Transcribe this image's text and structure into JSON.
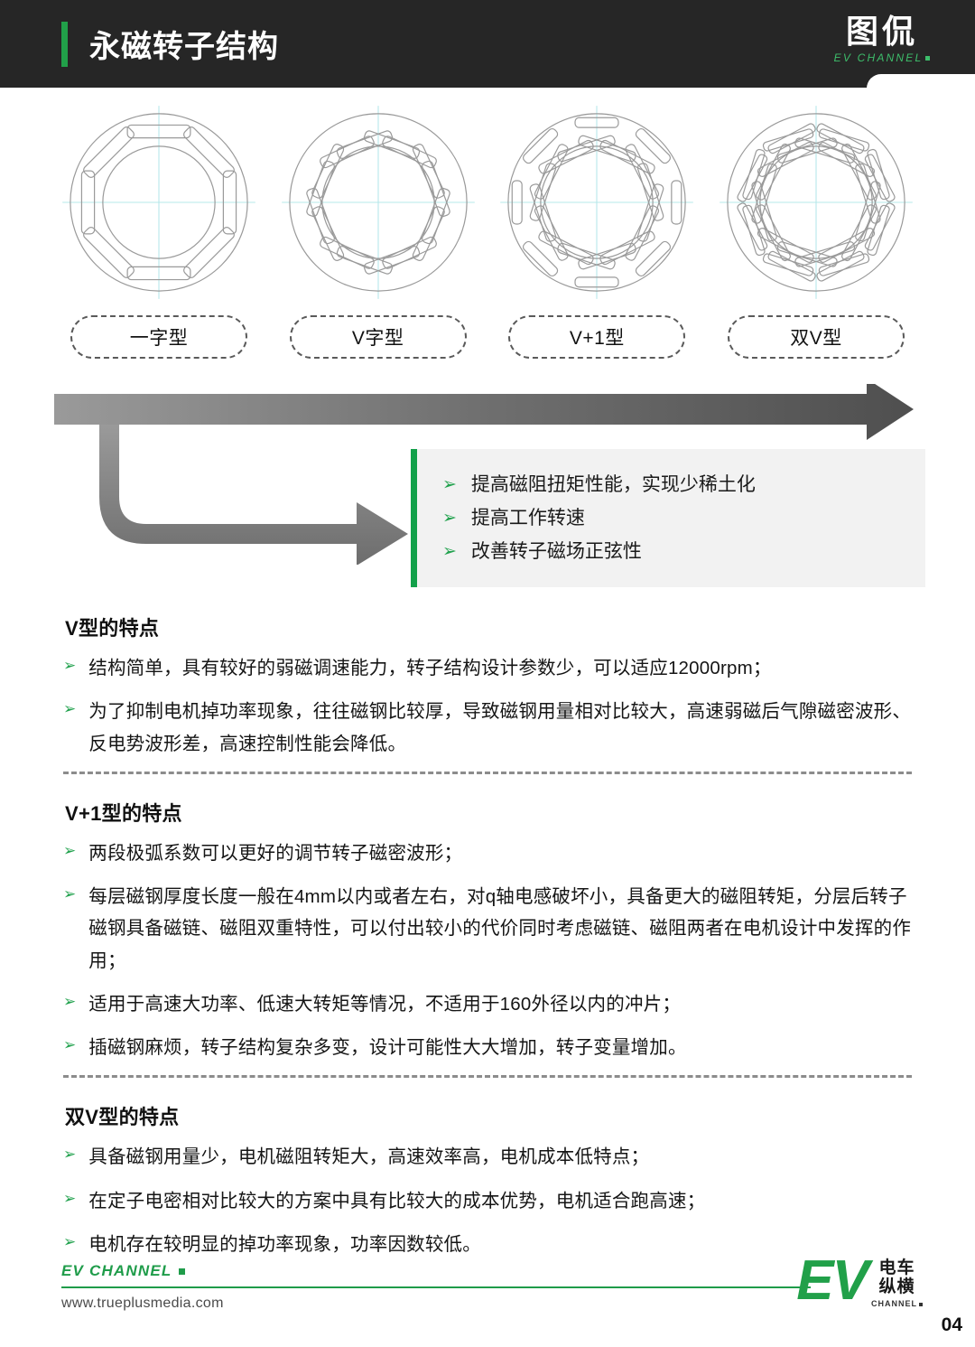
{
  "header": {
    "title": "永磁转子结构",
    "logo_mark": "图侃",
    "logo_sub": "EV CHANNEL"
  },
  "rotors": [
    {
      "label": "一字型",
      "kind": "straight"
    },
    {
      "label": "V字型",
      "kind": "v"
    },
    {
      "label": "V+1型",
      "kind": "v-plus-1"
    },
    {
      "label": "双V型",
      "kind": "double-v"
    }
  ],
  "callout": {
    "items": [
      "提高磁阻扭矩性能，实现少稀土化",
      "提高工作转速",
      "改善转子磁场正弦性"
    ],
    "bullet_glyph": "➢",
    "accent_color": "#13A04A",
    "background_color": "#F2F2F2"
  },
  "sections": [
    {
      "title": "V型的特点",
      "points": [
        "结构简单，具有较好的弱磁调速能力，转子结构设计参数少，可以适应12000rpm；",
        "为了抑制电机掉功率现象，往往磁钢比较厚，导致磁钢用量相对比较大，高速弱磁后气隙磁密波形、反电势波形差，高速控制性能会降低。"
      ]
    },
    {
      "title": "V+1型的特点",
      "points": [
        "两段极弧系数可以更好的调节转子磁密波形；",
        "每层磁钢厚度长度一般在4mm以内或者左右，对q轴电感破坏小，具备更大的磁阻转矩，分层后转子磁钢具备磁链、磁阻双重特性，可以付出较小的代价同时考虑磁链、磁阻两者在电机设计中发挥的作用；",
        "适用于高速大功率、低速大转矩等情况，不适用于160外径以内的冲片；",
        "插磁钢麻烦，转子结构复杂多变，设计可能性大大增加，转子变量增加。"
      ]
    },
    {
      "title": "双V型的特点",
      "points": [
        "具备磁钢用量少，电机磁阻转矩大，高速效率高，电机成本低特点；",
        "在定子电密相对比较大的方案中具有比较大的成本优势，电机适合跑高速；",
        "电机存在较明显的掉功率现象，功率因数较低。"
      ]
    }
  ],
  "footer": {
    "brand": "EV CHANNEL",
    "url": "www.trueplusmedia.com",
    "logo_ev": "EV",
    "logo_cn_line1": "电车",
    "logo_cn_line2": "纵横",
    "logo_channel": "CHANNEL",
    "page_number": "04",
    "accent_color": "#21A049"
  }
}
